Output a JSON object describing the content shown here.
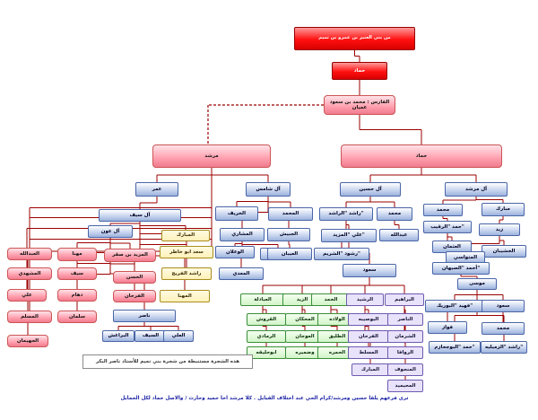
{
  "title": "من بني العنبر بن عمرو بن تميم",
  "note": "هذه الشجرة مستنبطة من شجرة بني تميم للأستاذ ناصر البكر",
  "footer": "ترى فرعهم يلقا حسين ومرشد/كرام الحي عند اختلاف القبايل . كلا مرشد اخا حميد وحارث / والاصل حماد لكل الحمايل",
  "nodes": [
    {
      "id": "top",
      "label": "من بني العنبر بن عمرو بن تميم"
    },
    {
      "id": "hammad1",
      "label": "حماد"
    },
    {
      "id": "faris",
      "label": "الفارس : محمد بن سعود\nعميان"
    },
    {
      "id": "murshid",
      "label": "مرشد"
    },
    {
      "id": "hammad2",
      "label": "حماد"
    },
    {
      "id": "omar",
      "label": "عمر"
    },
    {
      "id": "alshamsan",
      "label": "آل شامس"
    },
    {
      "id": "alhussein",
      "label": "آل حسين"
    },
    {
      "id": "almurshid",
      "label": "آل مرشد"
    },
    {
      "id": "alsaif",
      "label": "آل سيف"
    },
    {
      "id": "alkhareef",
      "label": "الخريف"
    },
    {
      "id": "almuhammad",
      "label": "المحمد"
    },
    {
      "id": "rashid_rashid",
      "label": "راشد \"الراشد\""
    },
    {
      "id": "muhammad_h",
      "label": "محمد"
    },
    {
      "id": "muhammad_m",
      "label": "محمد"
    },
    {
      "id": "mubarak",
      "label": "مبارك"
    },
    {
      "id": "alaun",
      "label": "آل عون"
    },
    {
      "id": "almubarak",
      "label": "المبارك"
    },
    {
      "id": "almashari",
      "label": "المشاري"
    },
    {
      "id": "aljubaish",
      "label": "الجبيش"
    },
    {
      "id": "ali_mazyad",
      "label": "علي \"المزيد\""
    },
    {
      "id": "abdullah_h",
      "label": "عبدالله"
    },
    {
      "id": "hamad_raqib",
      "label": "حمد \"الرقيب\""
    },
    {
      "id": "zaid",
      "label": "زيد"
    },
    {
      "id": "saad_abu",
      "label": "سعد ابو خاطر"
    },
    {
      "id": "alwaalan",
      "label": "الوعلان"
    },
    {
      "id": "alsayf2",
      "label": "السيف"
    },
    {
      "id": "alaiban",
      "label": "العيبان"
    },
    {
      "id": "rasho_sharim",
      "label": "رشود \"الشريم\""
    },
    {
      "id": "aluthman",
      "label": "العثمان"
    },
    {
      "id": "almazid_saqr",
      "label": "المزيد بن صقر"
    },
    {
      "id": "rashid_faraj",
      "label": "راشد الفريج"
    },
    {
      "id": "almaadi",
      "label": "المعدي"
    },
    {
      "id": "saud",
      "label": "سعود"
    },
    {
      "id": "alkhashibi",
      "label": "الخشيبان"
    },
    {
      "id": "almitwasi",
      "label": "المتواسي"
    },
    {
      "id": "ahmad_saihan",
      "label": "أحمد \"الصيهان\""
    },
    {
      "id": "alabdullah",
      "label": "العبدالله"
    },
    {
      "id": "mahna",
      "label": "مهنا"
    },
    {
      "id": "alhasan",
      "label": "الحسن"
    },
    {
      "id": "almuhanna",
      "label": "المهنا"
    },
    {
      "id": "musa",
      "label": "موسى"
    },
    {
      "id": "almushahadi",
      "label": "المشهدي"
    },
    {
      "id": "saif_l",
      "label": "سيف"
    },
    {
      "id": "alfarhan_l",
      "label": "الفرحان"
    },
    {
      "id": "alabadilah",
      "label": "العبادلة"
    },
    {
      "id": "alzaid",
      "label": "الزيد"
    },
    {
      "id": "alhamad",
      "label": "الحمد"
    },
    {
      "id": "alrashid2",
      "label": "الرشيد"
    },
    {
      "id": "albrahim",
      "label": "البراهيم"
    },
    {
      "id": "fahad_boraik",
      "label": "فهيد \"البوريك\""
    },
    {
      "id": "saud_r",
      "label": "سعود"
    },
    {
      "id": "ali_l",
      "label": "علي"
    },
    {
      "id": "dahim",
      "label": "دهام"
    },
    {
      "id": "alqurush",
      "label": "القروش"
    },
    {
      "id": "almuhkan",
      "label": "المحكان"
    },
    {
      "id": "alwalah",
      "label": "الولاده"
    },
    {
      "id": "albusaibah",
      "label": "البوصيبه"
    },
    {
      "id": "alnasir",
      "label": "الناصر"
    },
    {
      "id": "fawaz",
      "label": "فواز"
    },
    {
      "id": "muhammad_r",
      "label": "محمد"
    },
    {
      "id": "almusallam",
      "label": "المسلم"
    },
    {
      "id": "salman",
      "label": "سلمان"
    },
    {
      "id": "nasir",
      "label": "ناصر"
    },
    {
      "id": "alramadi",
      "label": "الرمادي"
    },
    {
      "id": "aljawhan",
      "label": "العوجان"
    },
    {
      "id": "altulaiq",
      "label": "الطليق"
    },
    {
      "id": "alfarhan_c",
      "label": "الفرحان"
    },
    {
      "id": "alshirman",
      "label": "الشرمان"
    },
    {
      "id": "rashid_zumailah",
      "label": "راشد \"الزميليه\""
    },
    {
      "id": "hamad_bujazim",
      "label": "حمد \"البوجحازم\""
    },
    {
      "id": "aljuhaiman",
      "label": "الجهيمان"
    },
    {
      "id": "albaraghish",
      "label": "البراغش"
    },
    {
      "id": "alsaif3",
      "label": "السيف"
    },
    {
      "id": "alali",
      "label": "العلي"
    },
    {
      "id": "abu_hulaiqa",
      "label": "ابوحليقه"
    },
    {
      "id": "wa_dumairah",
      "label": "وضميره"
    },
    {
      "id": "alhamrah",
      "label": "الحمره"
    },
    {
      "id": "almusatt",
      "label": "المسلط"
    },
    {
      "id": "alrawaf",
      "label": "الروافا"
    },
    {
      "id": "almubarak2",
      "label": "المبارك"
    },
    {
      "id": "almanjouf",
      "label": "المنجوف"
    },
    {
      "id": "almuhaimid",
      "label": "المحيميد"
    }
  ]
}
